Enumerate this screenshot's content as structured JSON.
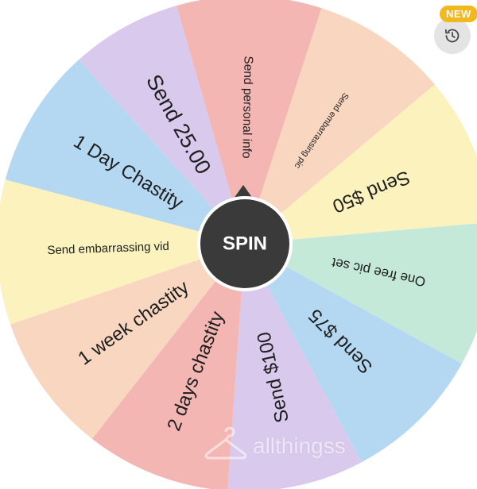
{
  "wheel": {
    "spin_label": "SPIN",
    "segments": [
      {
        "label": "Send personal info",
        "color": "#f3b6b3",
        "size": 15.5
      },
      {
        "label": "Send embarrassing pic",
        "color": "#f8d6bf",
        "size": 11
      },
      {
        "label": "Send $50",
        "color": "#fbf2bd",
        "size": 24
      },
      {
        "label": "One free pic set",
        "color": "#c4e9d8",
        "size": 17
      },
      {
        "label": "Send $75",
        "color": "#b5d8f2",
        "size": 24
      },
      {
        "label": "Send $100",
        "color": "#d9c9ec",
        "size": 24
      },
      {
        "label": "2 days chastity",
        "color": "#f3b6b3",
        "size": 24
      },
      {
        "label": "1 week chastity",
        "color": "#f8d6bf",
        "size": 24
      },
      {
        "label": "Send embarrassing vid",
        "color": "#fbf2bd",
        "size": 15
      },
      {
        "label": "1 Day Chastity",
        "color": "#b5d8f2",
        "size": 24
      },
      {
        "label": "Send 25.00",
        "color": "#d9c9ec",
        "size": 27
      }
    ]
  },
  "header": {
    "badge_label": "NEW",
    "history_icon": "history-icon"
  },
  "watermark": {
    "text": "allthingss"
  }
}
